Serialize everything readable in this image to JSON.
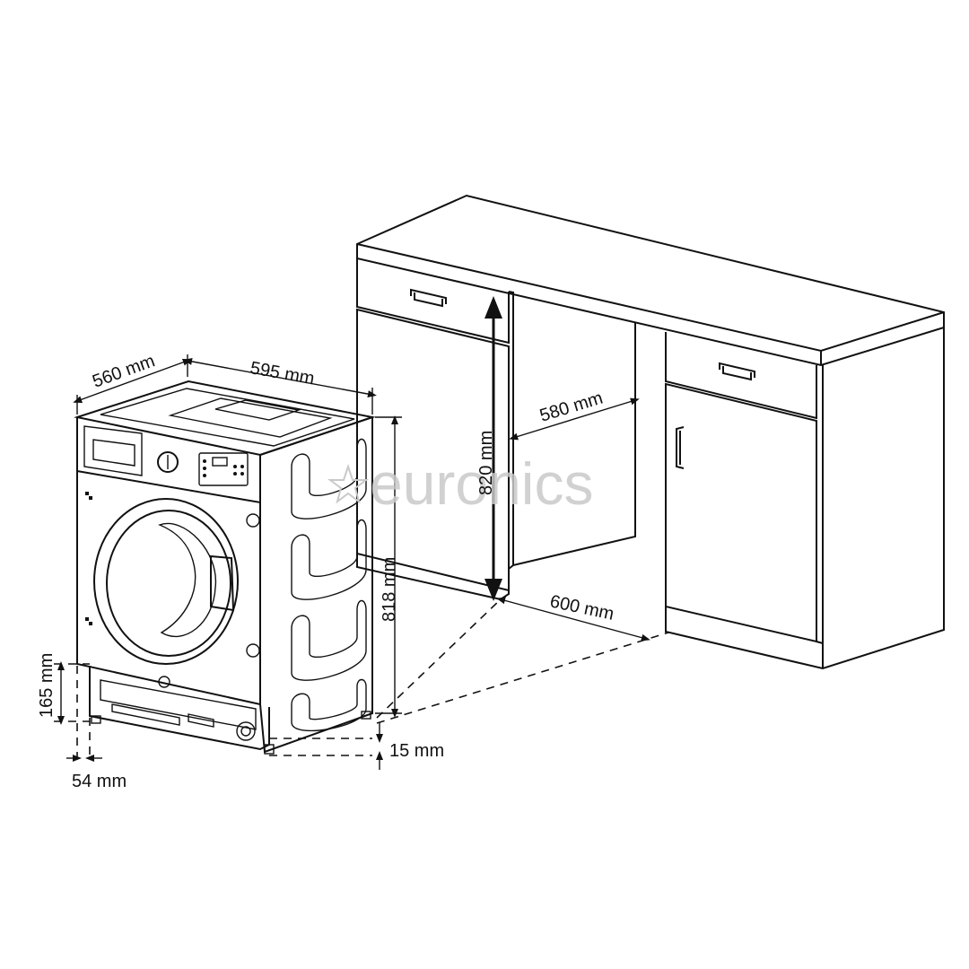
{
  "diagram": {
    "dimensions": {
      "depth": "560 mm",
      "width": "595 mm",
      "niche_height": "820 mm",
      "niche_width": "580 mm",
      "niche_depth": "600 mm",
      "machine_height": "818 mm",
      "plinth_height": "165 mm",
      "plinth_offset": "54 mm",
      "foot_adjust": "15 mm"
    },
    "watermark": "euronics",
    "colors": {
      "line": "#111111",
      "watermark": "#c9c9c9",
      "background": "#ffffff"
    }
  }
}
